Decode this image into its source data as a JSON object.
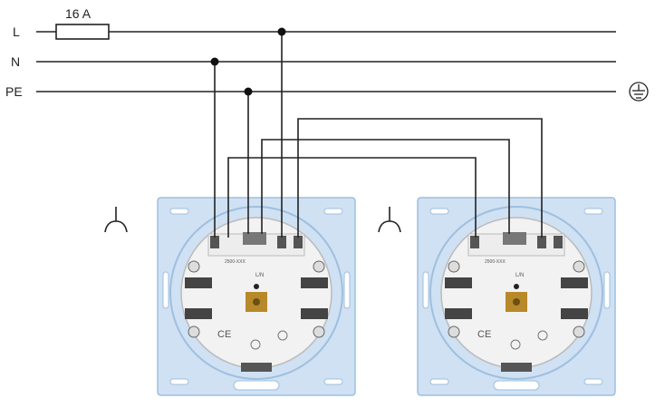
{
  "lines": {
    "L": "L",
    "N": "N",
    "PE": "PE"
  },
  "fuse": {
    "rating": "16 A"
  },
  "colors": {
    "wire": "#222222",
    "plate": "#cfe1f3",
    "plate_edge": "#9fbfdf",
    "insert": "#f2f2f2",
    "terminal": "#555555",
    "screw": "#b8892a"
  },
  "icons": {
    "ground": "protective-earth-symbol",
    "socket": "socket-outlet-symbol"
  },
  "outlets": [
    {
      "part_no": "2500-XXX",
      "mark_l": "L/N",
      "ce": "CE"
    },
    {
      "part_no": "2500-XXX",
      "mark_l": "L/N",
      "ce": "CE"
    }
  ]
}
